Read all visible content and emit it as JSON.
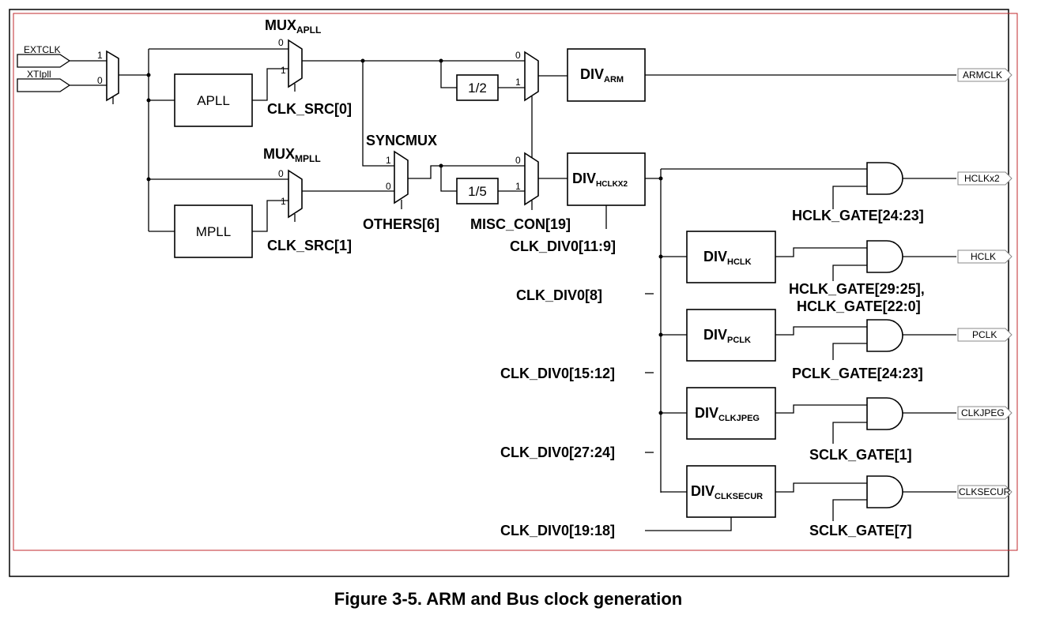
{
  "caption": "Figure 3-5. ARM and Bus clock generation",
  "inputs": {
    "extclk": "EXTCLK",
    "xtipll": "XTIpll",
    "mux_in_1": "1",
    "mux_in_0": "0"
  },
  "plls": {
    "apll": "APLL",
    "mpll": "MPLL"
  },
  "muxes": {
    "mux_apll": {
      "name": "MUX",
      "sub": "APLL",
      "in0": "0",
      "in1": "1",
      "ctrl": "CLK_SRC[0]"
    },
    "mux_mpll": {
      "name": "MUX",
      "sub": "MPLL",
      "in0": "0",
      "in1": "1",
      "ctrl": "CLK_SRC[1]"
    },
    "syncmux": {
      "name": "SYNCMUX",
      "in0": "0",
      "in1": "1",
      "ctrl": "OTHERS[6]"
    },
    "arm_mux": {
      "in0": "0",
      "in1": "1"
    },
    "hclkx2_mux": {
      "in0": "0",
      "in1": "1",
      "ctrl": "MISC_CON[19]"
    }
  },
  "dividers": {
    "half": "1/2",
    "fifth": "1/5",
    "div_arm": {
      "name": "DIV",
      "sub": "ARM"
    },
    "div_hclkx2": {
      "name": "DIV",
      "sub": "HCLKX2",
      "ctrl": "CLK_DIV0[11:9]"
    },
    "div_hclk": {
      "name": "DIV",
      "sub": "HCLK",
      "ctrl": "CLK_DIV0[8]"
    },
    "div_pclk": {
      "name": "DIV",
      "sub": "PCLK",
      "ctrl": "CLK_DIV0[15:12]"
    },
    "div_clkjpeg": {
      "name": "DIV",
      "sub": "CLKJPEG",
      "ctrl": "CLK_DIV0[27:24]"
    },
    "div_clksecur": {
      "name": "DIV",
      "sub": "CLKSECUR",
      "ctrl": "CLK_DIV0[19:18]"
    }
  },
  "gates": {
    "hclkx2_gate": "HCLK_GATE[24:23]",
    "hclk_gate_1": "HCLK_GATE[29:25],",
    "hclk_gate_2": "HCLK_GATE[22:0]",
    "pclk_gate": "PCLK_GATE[24:23]",
    "jpeg_gate": "SCLK_GATE[1]",
    "secur_gate": "SCLK_GATE[7]"
  },
  "outputs": {
    "armclk": "ARMCLK",
    "hclkx2": "HCLKx2",
    "hclk": "HCLK",
    "pclk": "PCLK",
    "clkjpeg": "CLKJPEG",
    "clksecur": "CLKSECUR"
  }
}
